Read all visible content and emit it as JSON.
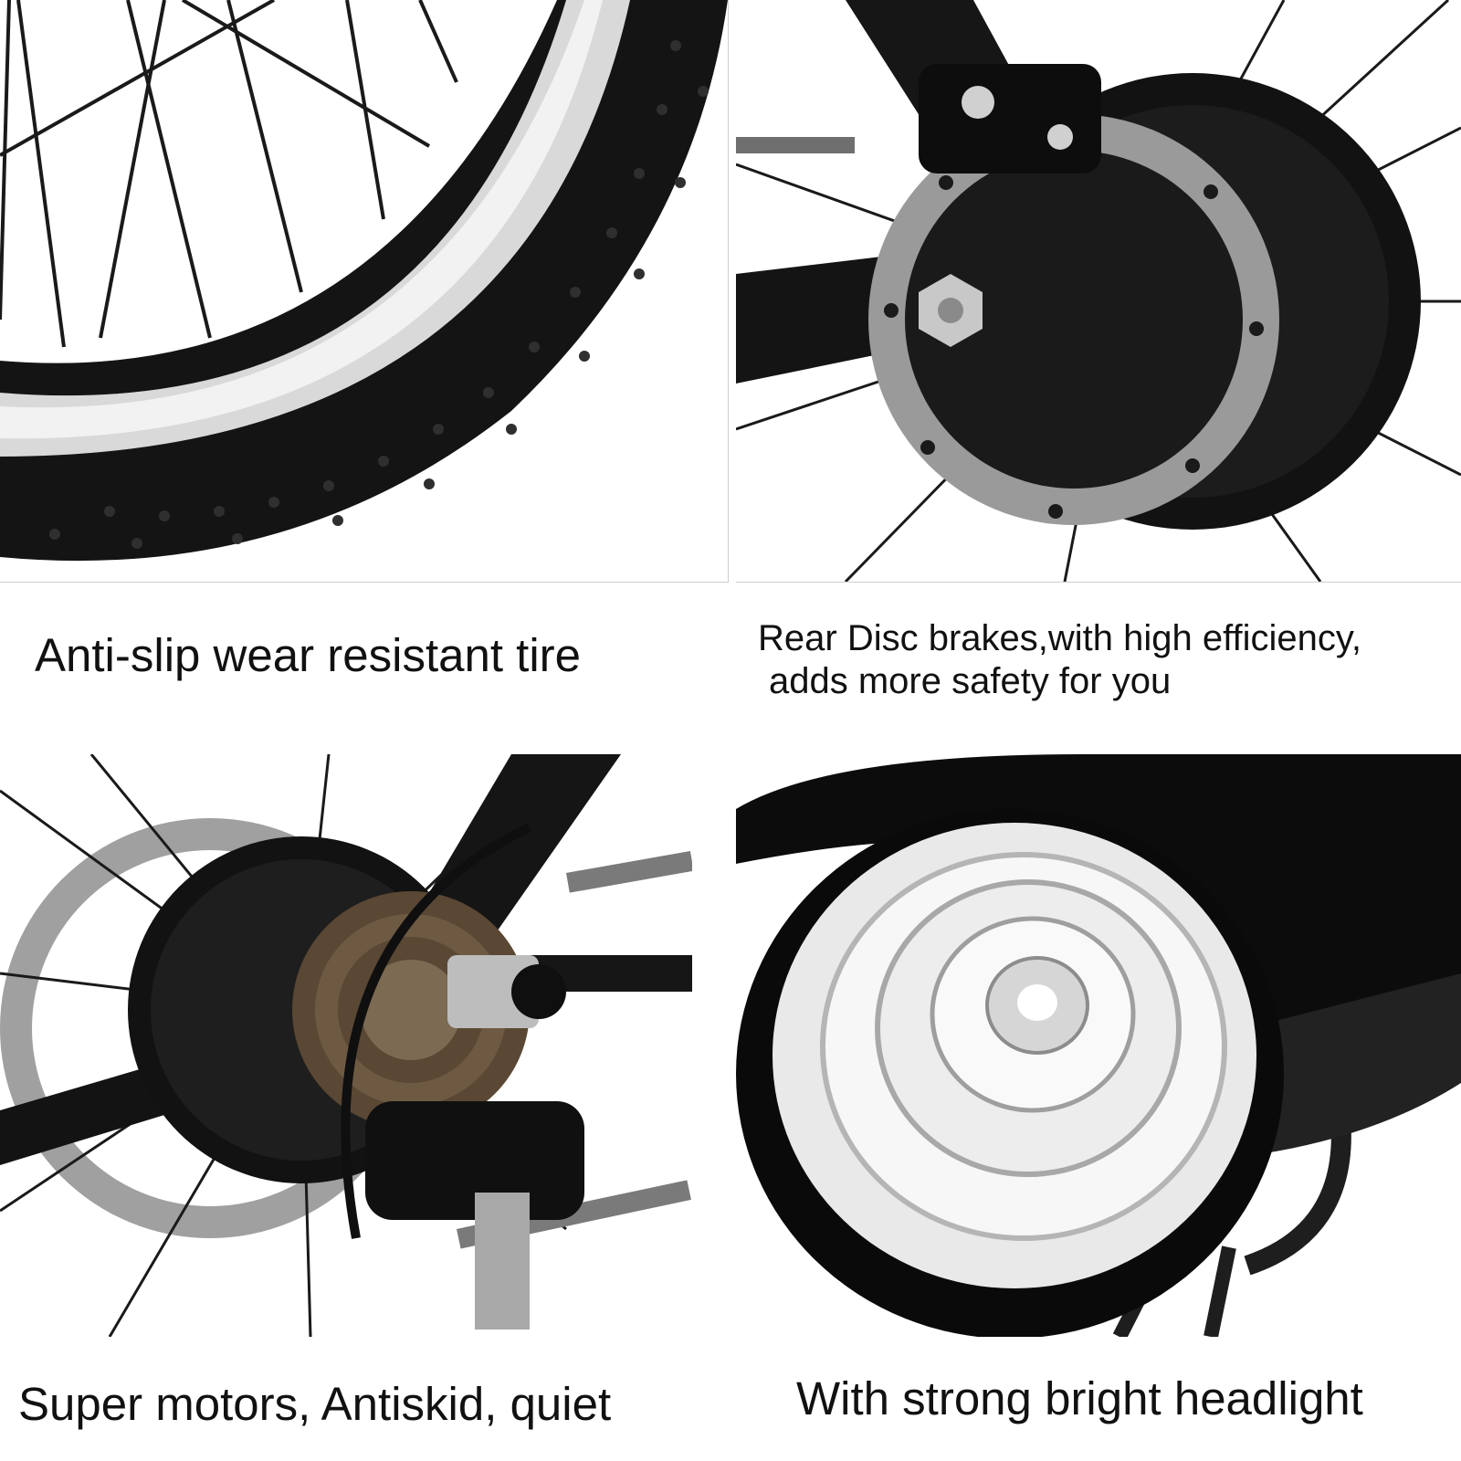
{
  "panels": [
    {
      "id": "tire",
      "image_subject": "tire-closeup-photo",
      "caption": "Anti-slip wear resistant tire"
    },
    {
      "id": "disc",
      "image_subject": "rear-disc-brake-photo",
      "caption_line1": "Rear Disc brakes,with high efficiency,",
      "caption_line2": "adds more safety for you"
    },
    {
      "id": "motor",
      "image_subject": "hub-motor-gears-photo",
      "caption": "Super motors, Antiskid, quiet"
    },
    {
      "id": "light",
      "image_subject": "headlight-photo",
      "caption": "With strong bright headlight"
    }
  ],
  "colors": {
    "background": "#ffffff",
    "text": "#111111",
    "tire": "#141414",
    "rim": "#d9d9d9",
    "metal": "#8a8a8a"
  }
}
